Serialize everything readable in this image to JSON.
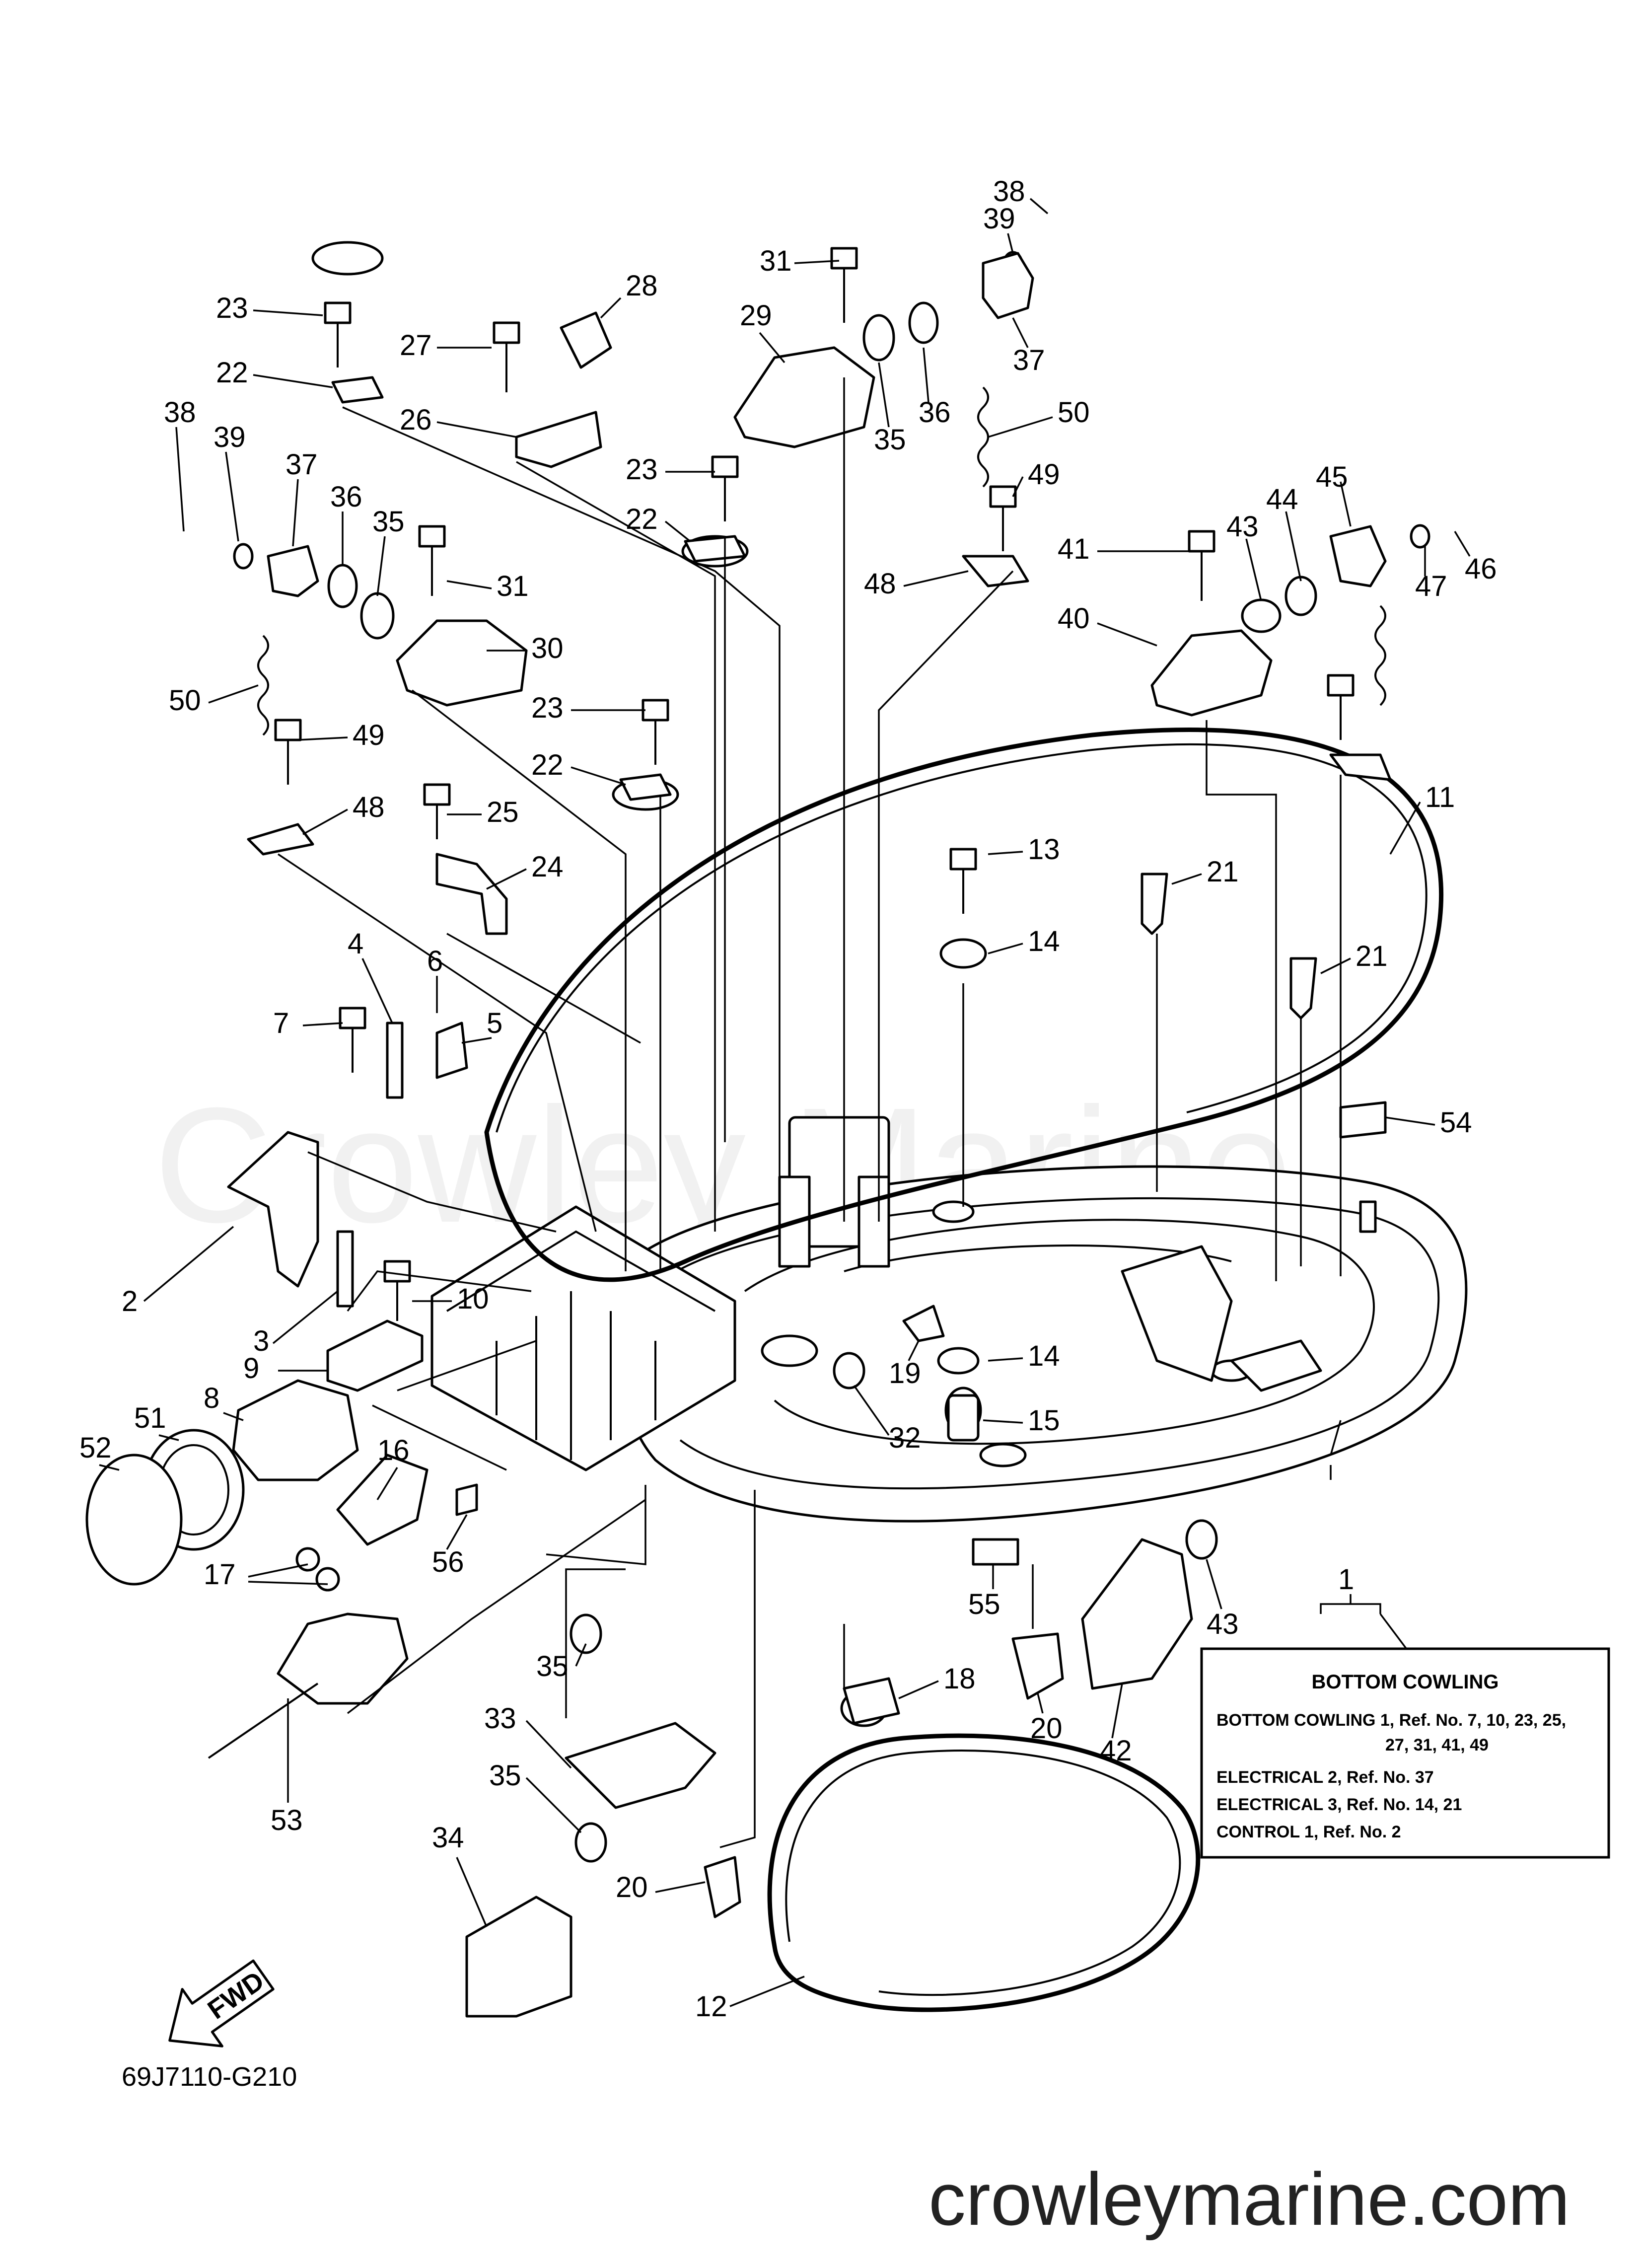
{
  "watermark": "Crowley Marine",
  "footer_url": "crowleymarine.com",
  "diagram_code": "69J7110-G210",
  "fwd_label": "FWD",
  "legend": {
    "title": "BOTTOM  COWLING",
    "lines": [
      "BOTTOM  COWLING  1,   Ref. No. 7, 10, 23, 25,",
      "27, 31, 41, 49",
      "ELECTRICAL  2,   Ref. No. 37",
      "ELECTRICAL  3,   Ref. No. 14, 21",
      "CONTROL  1,   Ref. No. 2"
    ]
  },
  "callouts": [
    "38",
    "39",
    "31",
    "29",
    "28",
    "23",
    "27",
    "22",
    "26",
    "35",
    "36",
    "37",
    "50",
    "38",
    "39",
    "37",
    "36",
    "35",
    "23",
    "22",
    "31",
    "30",
    "49",
    "48",
    "45",
    "44",
    "43",
    "41",
    "46",
    "47",
    "40",
    "50",
    "49",
    "48",
    "23",
    "22",
    "11",
    "25",
    "24",
    "13",
    "21",
    "14",
    "21",
    "6",
    "4",
    "7",
    "5",
    "54",
    "2",
    "3",
    "10",
    "19",
    "14",
    "9",
    "8",
    "51",
    "52",
    "16",
    "15",
    "32",
    "17",
    "56",
    "55",
    "43",
    "1",
    "35",
    "18",
    "33",
    "20",
    "42",
    "53",
    "35",
    "34",
    "20",
    "12"
  ]
}
